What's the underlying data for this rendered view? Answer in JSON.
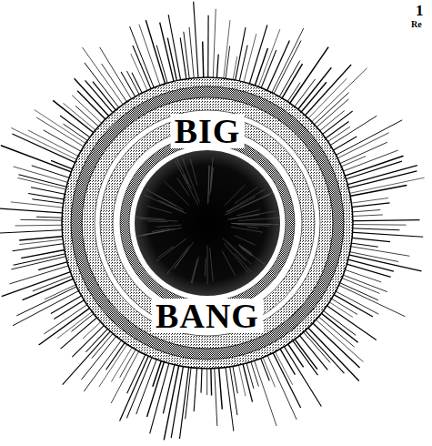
{
  "diagram": {
    "nodes": [
      {
        "text": [
          "BIG",
          "BANG"
        ]
      }
    ],
    "labels": [
      "1",
      "Re"
    ]
  }
}
